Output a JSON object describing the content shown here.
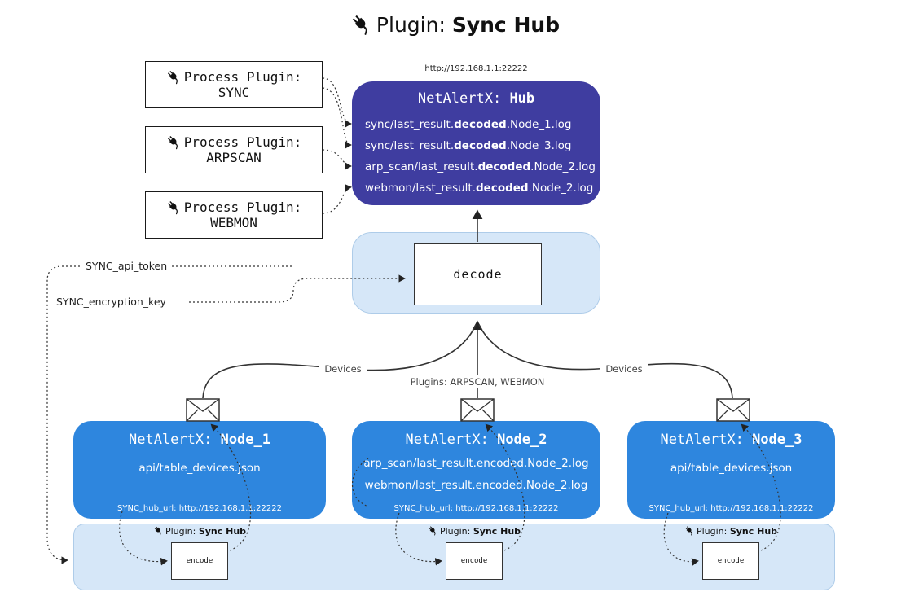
{
  "title": {
    "prefix": "Plugin: ",
    "emphasis": "Sync Hub"
  },
  "process_plugins": [
    {
      "label": "Process Plugin:",
      "name": "SYNC"
    },
    {
      "label": "Process Plugin:",
      "name": "ARPSCAN"
    },
    {
      "label": "Process Plugin:",
      "name": "WEBMON"
    }
  ],
  "hub": {
    "url": "http://192.168.1.1:22222",
    "title_prefix": "NetAlertX: ",
    "title_emphasis": "Hub",
    "logs": [
      {
        "pre": "sync/last_result.",
        "bold": "decoded",
        "post": ".Node_1.log"
      },
      {
        "pre": "sync/last_result.",
        "bold": "decoded",
        "post": ".Node_3.log"
      },
      {
        "pre": "arp_scan/last_result.",
        "bold": "decoded",
        "post": ".Node_2.log"
      },
      {
        "pre": "webmon/last_result.",
        "bold": "decoded",
        "post": ".Node_2.log"
      }
    ]
  },
  "decode_box": {
    "label": "decode"
  },
  "secrets": {
    "api_token": "SYNC_api_token",
    "encryption_key": "SYNC_encryption_key"
  },
  "edge_labels": {
    "left": "Devices",
    "center": "Plugins: ARPSCAN, WEBMON",
    "right": "Devices"
  },
  "nodes": [
    {
      "title_prefix": "NetAlertX: ",
      "title_emphasis": "Node_1",
      "files": [
        "api/table_devices.json"
      ],
      "hub_url": "SYNC_hub_url: http://192.168.1.1:22222"
    },
    {
      "title_prefix": "NetAlertX: ",
      "title_emphasis": "Node_2",
      "files": [
        "arp_scan/last_result.encoded.Node_2.log",
        "webmon/last_result.encoded.Node_2.log"
      ],
      "hub_url": "SYNC_hub_url: http://192.168.1.1:22222"
    },
    {
      "title_prefix": "NetAlertX: ",
      "title_emphasis": "Node_3",
      "files": [
        "api/table_devices.json"
      ],
      "hub_url": "SYNC_hub_url: http://192.168.1.1:22222"
    }
  ],
  "encoder": {
    "plugin_prefix": "Plugin: ",
    "plugin_emphasis": "Sync Hub",
    "label": "encode"
  },
  "colors": {
    "hub_bg": "#3f3da0",
    "node_bg": "#2e86de",
    "panel_bg": "#d6e7f8",
    "panel_border": "#aecce9",
    "line": "#333333"
  }
}
